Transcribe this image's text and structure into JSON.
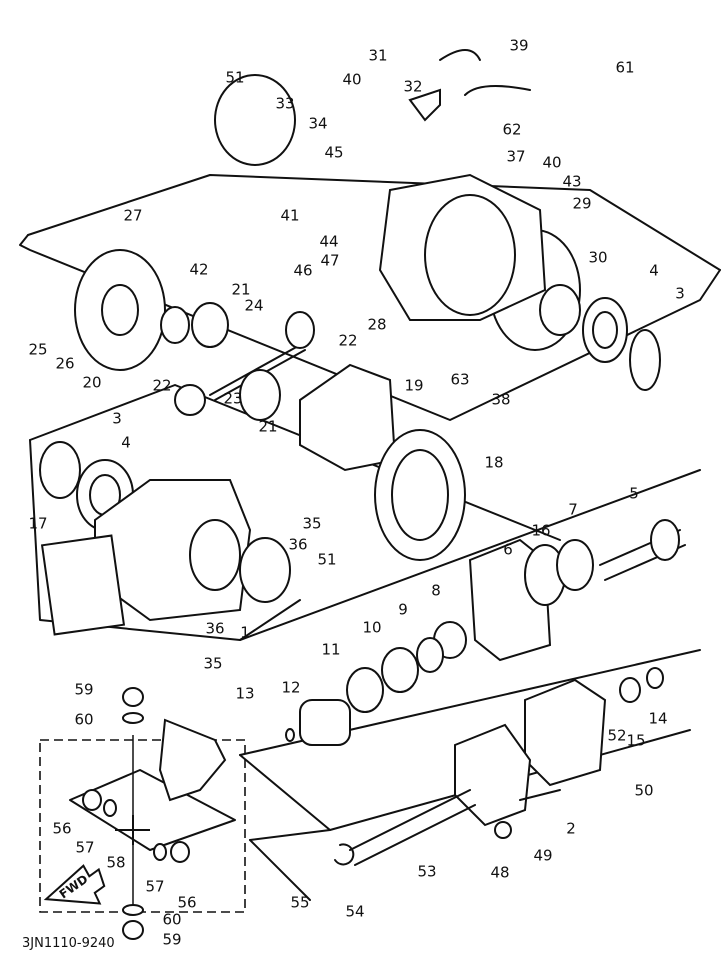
{
  "diagram": {
    "part_code": "3JN1110-9240",
    "fwd_label": "FWD",
    "callouts": [
      "39",
      "31",
      "61",
      "51",
      "40",
      "32",
      "33",
      "34",
      "62",
      "45",
      "37",
      "40",
      "43",
      "41",
      "44",
      "29",
      "27",
      "47",
      "30",
      "4",
      "3",
      "46",
      "42",
      "21",
      "24",
      "25",
      "26",
      "28",
      "22",
      "20",
      "63",
      "38",
      "22",
      "19",
      "23",
      "21",
      "3",
      "4",
      "18",
      "5",
      "35",
      "7",
      "16",
      "17",
      "36",
      "51",
      "6",
      "8",
      "9",
      "1",
      "10",
      "36",
      "11",
      "35",
      "59",
      "12",
      "14",
      "60",
      "13",
      "52",
      "15",
      "50",
      "56",
      "57",
      "58",
      "2",
      "49",
      "53",
      "57",
      "56",
      "48",
      "55",
      "54",
      "60",
      "59"
    ]
  }
}
